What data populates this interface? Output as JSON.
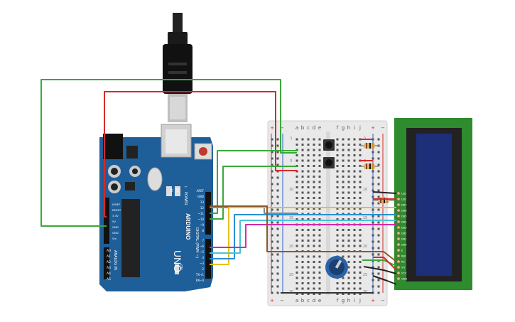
{
  "arduino": {
    "logo": "ARDUINO",
    "model": "UNO",
    "on_label": "ON",
    "reset_label": "RESET",
    "analog_label": "ANALOG IN",
    "power_label": "POWER",
    "digital_label": "DIGITAL (PWM ~)",
    "tx_label": "TX",
    "rx_label": "RX",
    "l_label": "L",
    "power_pins": [
      "IOREF",
      "RESET",
      "3.3V",
      "5V",
      "GND",
      "GND",
      "Vin"
    ],
    "analog_pins": [
      "A0",
      "A1",
      "A2",
      "A3",
      "A4",
      "A5"
    ],
    "top_header": [
      "AREF",
      "GND",
      "13",
      "12",
      "~11",
      "~10",
      "~9",
      "8"
    ],
    "bottom_header": [
      "7",
      "~6",
      "~5",
      "4",
      "~3",
      "2",
      "TX→1",
      "RX←0"
    ]
  },
  "breadboard": {
    "column_letters": [
      "a",
      "b",
      "c",
      "d",
      "e",
      "f",
      "g",
      "h",
      "i",
      "j"
    ],
    "row_numbers": [
      "1",
      "5",
      "10",
      "15",
      "20",
      "25",
      "30"
    ],
    "plus": "+",
    "minus": "−"
  },
  "lcd": {
    "pins": [
      "LED",
      "LED",
      "DB7",
      "DB6",
      "DB5",
      "DB4",
      "DB3",
      "DB2",
      "DB1",
      "DB0",
      "E",
      "RW",
      "RS",
      "VO",
      "VCC",
      "GND"
    ]
  },
  "colors": {
    "board": "#1f5f99",
    "breadboard": "#e9e9e9",
    "lcd_pcb": "#2e8b2e",
    "lcd_screen": "#1e2f7a",
    "wire_green": "#3aa83a",
    "wire_red": "#d42a2a",
    "wire_yellow": "#e8c11a",
    "wire_blue": "#2a8fd4",
    "wire_cyan": "#4ac3d4",
    "wire_magenta": "#d42aa8",
    "wire_brown": "#8b5a2b",
    "wire_gray": "#888888",
    "wire_black": "#222222"
  }
}
